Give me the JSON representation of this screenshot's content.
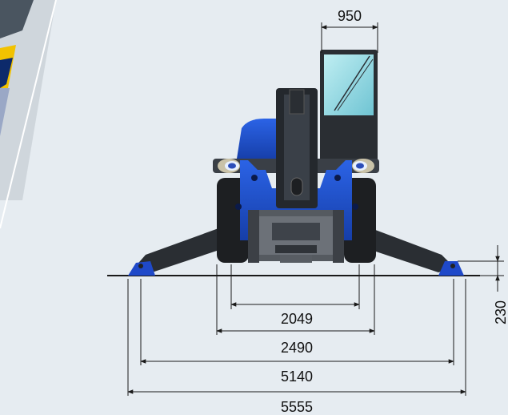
{
  "dimensions": {
    "cab_width": "950",
    "inner_track": "2049",
    "outer_track": "2490",
    "outrigger_inner": "5140",
    "outrigger_outer": "5555",
    "ground_clearance": "230"
  },
  "colors": {
    "background": "#e6ecf1",
    "machine_blue": "#1f49c9",
    "machine_dark": "#2a2e33",
    "glass": "#9fdde6",
    "dimension_line": "#1a1a1a"
  }
}
